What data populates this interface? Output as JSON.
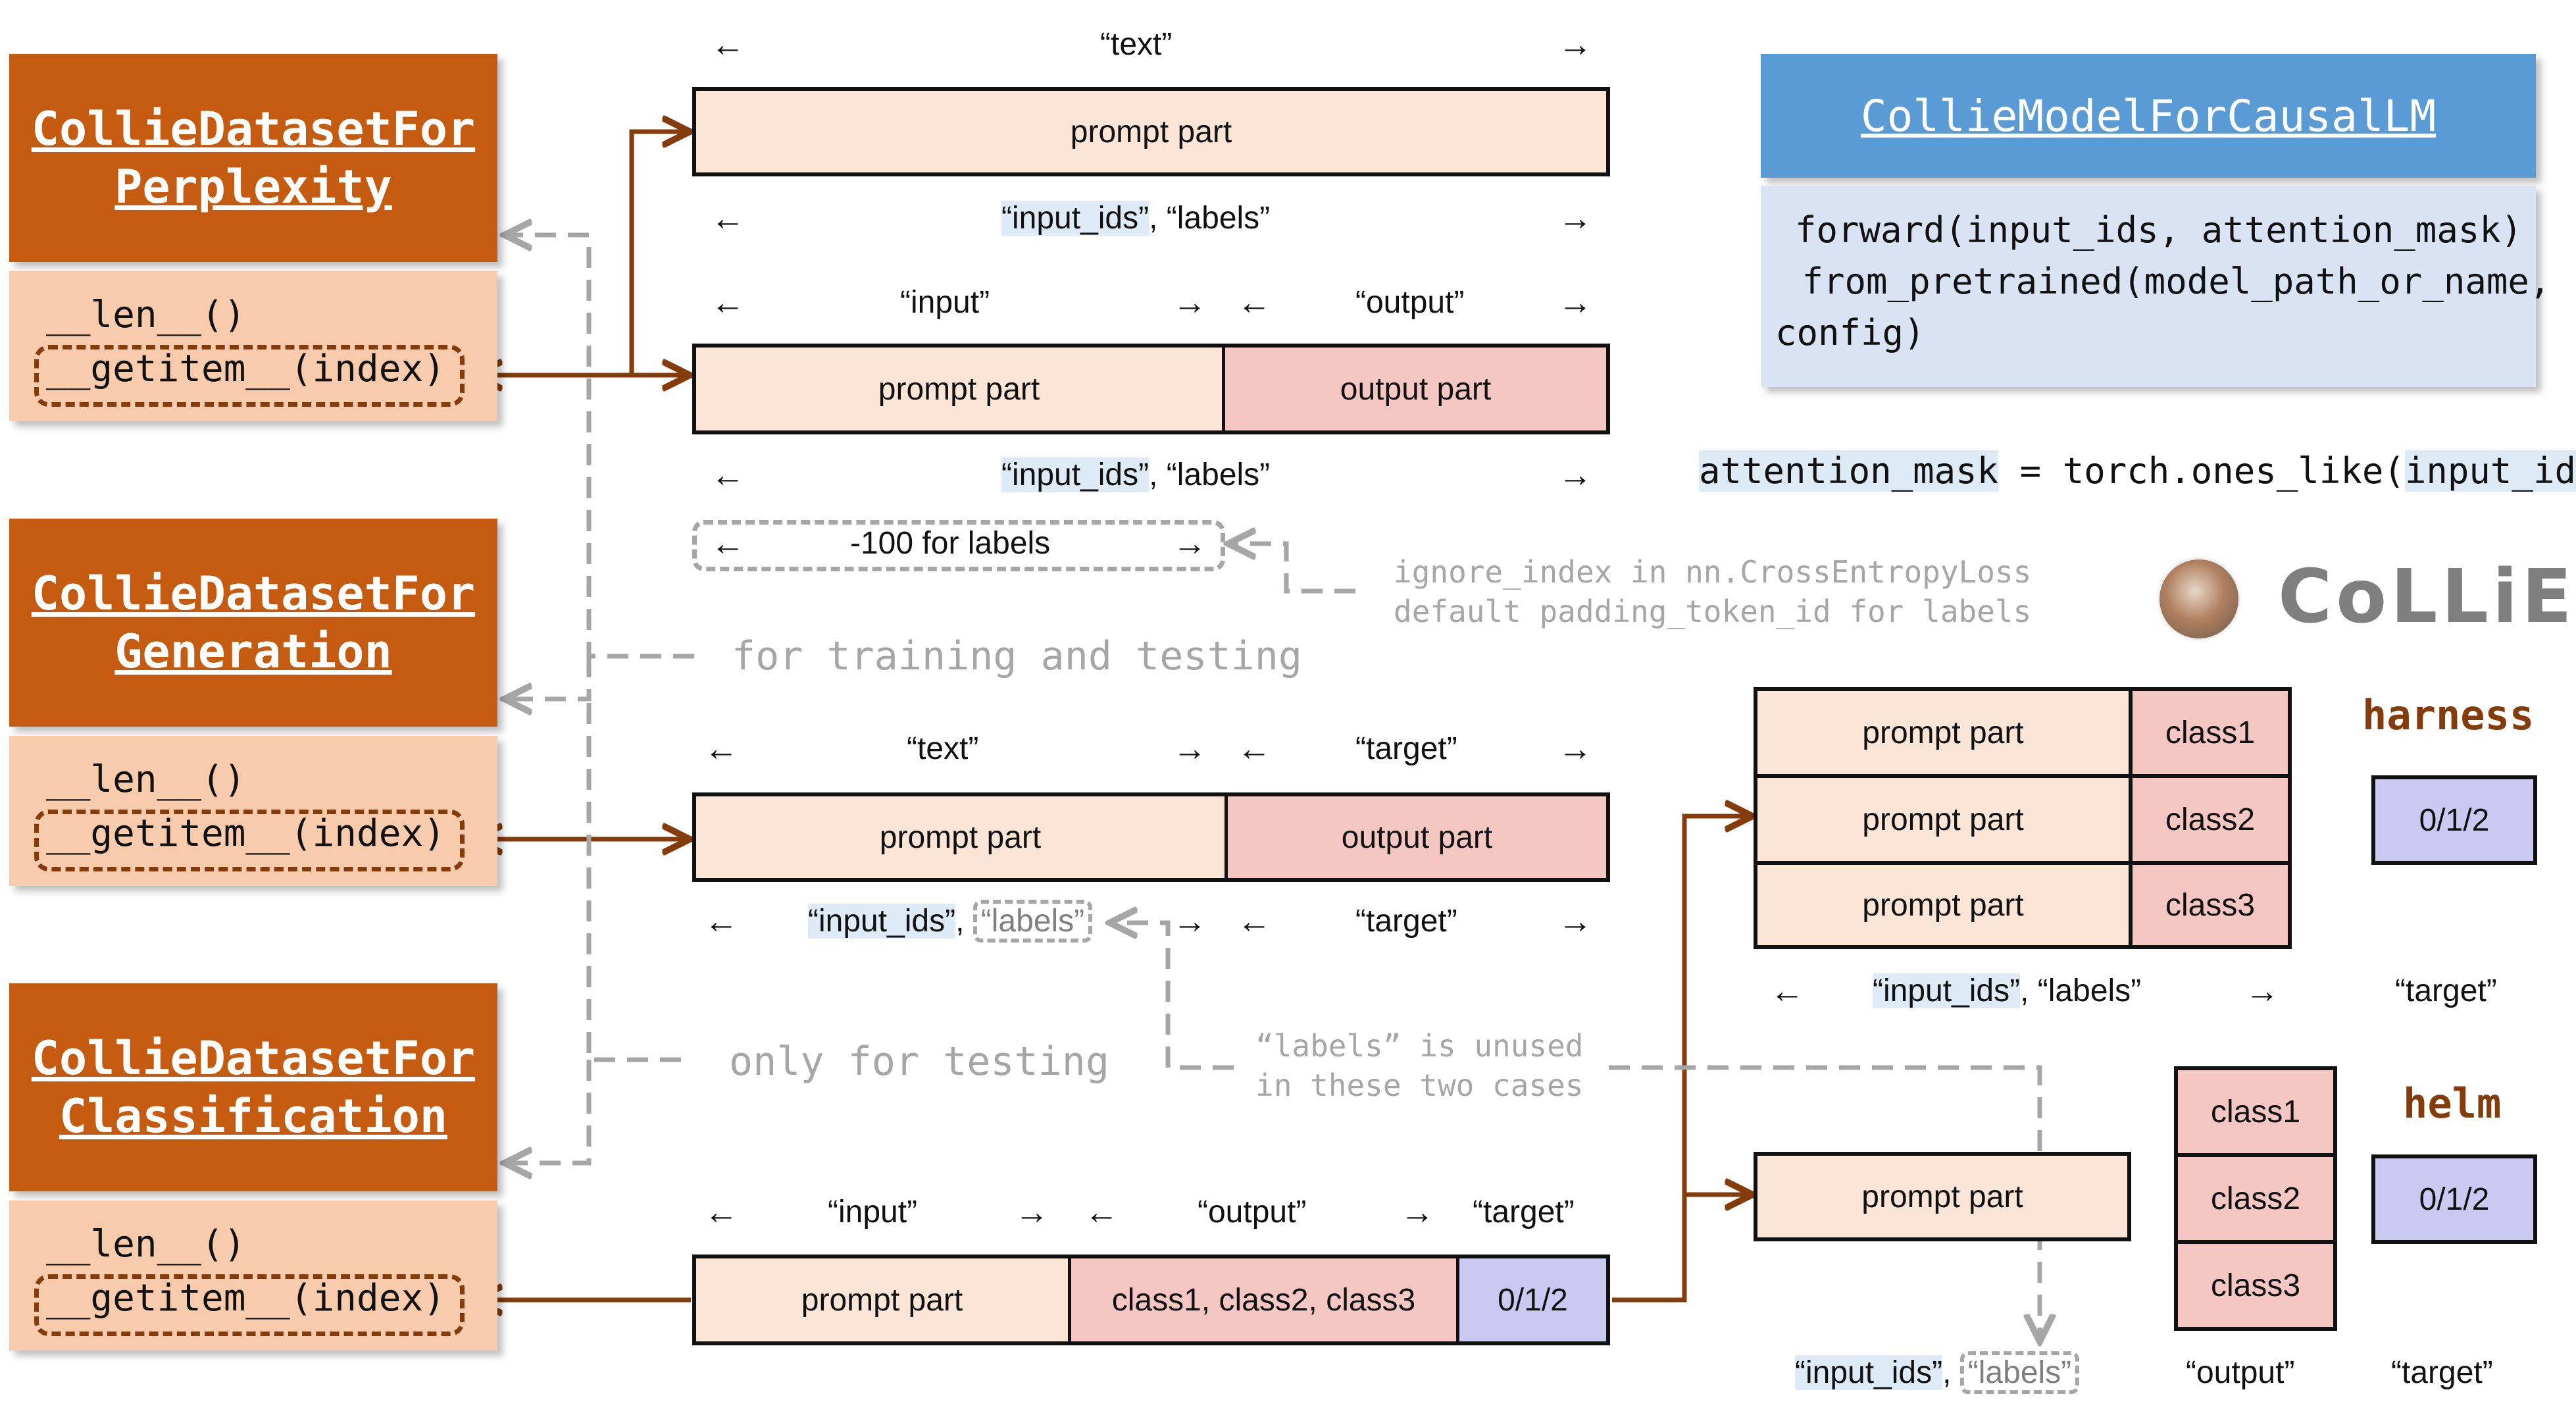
{
  "datasets": [
    {
      "name_line1": "CollieDatasetFor",
      "name_line2": "Perplexity",
      "len_method": "__len__()",
      "getitem_method": "__getitem__(index)"
    },
    {
      "name_line1": "CollieDatasetFor",
      "name_line2": "Generation",
      "len_method": "__len__()",
      "getitem_method": "__getitem__(index)"
    },
    {
      "name_line1": "CollieDatasetFor",
      "name_line2": "Classification",
      "len_method": "__len__()",
      "getitem_method": "__getitem__(index)"
    }
  ],
  "arrows": {
    "left": "←",
    "right": "→"
  },
  "perplexity_text": {
    "top_label": "“text”",
    "prompt": "prompt part",
    "keys_a": "“input_ids”",
    "keys_b": ", “labels”"
  },
  "perplexity_io": {
    "input_label": "“input”",
    "output_label": "“output”",
    "prompt": "prompt part",
    "output": "output part",
    "keys_a": "“input_ids”",
    "keys_b": ", “labels”",
    "ignore_label": "-100 for labels"
  },
  "ignore_note": {
    "line1": "ignore_index in nn.CrossEntropyLoss",
    "line2": "default padding_token_id for labels"
  },
  "training_note": "for training and testing",
  "testing_note": "only for testing",
  "generation": {
    "text_label": "“text”",
    "target_label": "“target”",
    "prompt": "prompt part",
    "output": "output part",
    "keys_a": "“input_ids”",
    "keys_sep": ", ",
    "keys_b": "“labels”",
    "target_bottom": "“target”"
  },
  "unused_note": {
    "line1": "“labels” is unused",
    "line2": "in these two cases"
  },
  "classification": {
    "input_label": "“input”",
    "output_label": "“output”",
    "target_label": "“target”",
    "prompt": "prompt part",
    "classes": "class1, class2, class3",
    "target": "0/1/2"
  },
  "model": {
    "title": "CollieModelForCausalLM",
    "line1": "forward(input_ids, attention_mask)",
    "line2": " from_pretrained(model_path_or_name,",
    "line3": "config)"
  },
  "attention": {
    "a": "attention_mask",
    "b": " = torch.ones_like(",
    "c": "input_ids",
    "d": ")"
  },
  "logo": {
    "text": "CoLLiE"
  },
  "harness": {
    "title": "harness",
    "rows": [
      {
        "prompt": "prompt part",
        "cls": "class1"
      },
      {
        "prompt": "prompt part",
        "cls": "class2"
      },
      {
        "prompt": "prompt part",
        "cls": "class3"
      }
    ],
    "target": "0/1/2",
    "keys_a": "“input_ids”",
    "keys_b": ", “labels”",
    "target_key": "“target”"
  },
  "helm": {
    "title": "helm",
    "prompt": "prompt part",
    "classes": [
      "class1",
      "class2",
      "class3"
    ],
    "target": "0/1/2",
    "keys_a": "“input_ids”",
    "keys_sep": ", ",
    "keys_b": "“labels”",
    "output_key": "“output”",
    "target_key": "“target”"
  },
  "colors": {
    "brown": "#c55a11",
    "dark_brown": "#843c0c",
    "peach": "#fbe5d6",
    "pink": "#f4c7c3",
    "lavender": "#c9c9f2",
    "blue": "#5b9bd5",
    "light_blue": "#dae3f3",
    "gray": "#a6a6a6"
  }
}
